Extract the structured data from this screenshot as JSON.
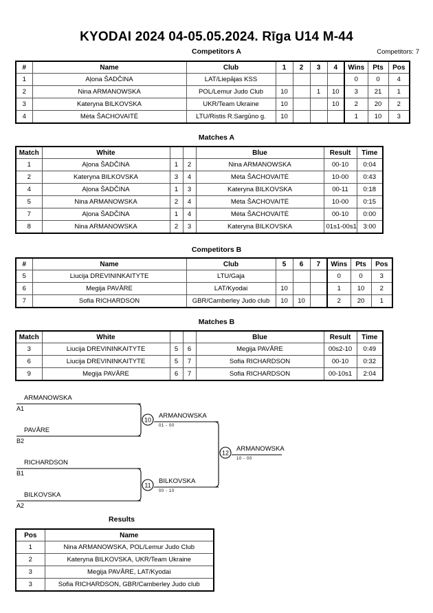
{
  "header": {
    "title": "KYODAI 2024  04-05.05.2024.  Rīga   U14 M-44"
  },
  "pool_a": {
    "heading": "Competitors A",
    "competitors_count_label": "Competitors: 7",
    "columns": [
      "#",
      "Name",
      "Club",
      "1",
      "2",
      "3",
      "4",
      "Wins",
      "Pts",
      "Pos"
    ],
    "rows": [
      {
        "num": "1",
        "name": "Aļona ŠADČINA",
        "club": "LAT/Liepājas KSS",
        "m1": "",
        "m2": "",
        "m3": "",
        "m4": "",
        "wins": "0",
        "pts": "0",
        "pos": "4"
      },
      {
        "num": "2",
        "name": "Nina ARMANOWSKA",
        "club": "POL/Lemur Judo Club",
        "m1": "10",
        "m2": "",
        "m3": "1",
        "m4": "10",
        "wins": "3",
        "pts": "21",
        "pos": "1"
      },
      {
        "num": "3",
        "name": "Kateryna BILKOVSKA",
        "club": "UKR/Team Ukraine",
        "m1": "10",
        "m2": "",
        "m3": "",
        "m4": "10",
        "wins": "2",
        "pts": "20",
        "pos": "2"
      },
      {
        "num": "4",
        "name": "Mėta ŠACHOVAITĖ",
        "club": "LTU/Ristis R.Sargūno g.",
        "m1": "10",
        "m2": "",
        "m3": "",
        "m4": "",
        "wins": "1",
        "pts": "10",
        "pos": "3"
      }
    ]
  },
  "matches_a": {
    "heading": "Matches A",
    "columns": [
      "Match",
      "White",
      "",
      "",
      "Blue",
      "Result",
      "Time"
    ],
    "rows": [
      {
        "match": "1",
        "white": "Aļona ŠADČINA",
        "w": "1",
        "b": "2",
        "blue": "Nina ARMANOWSKA",
        "result": "00-10",
        "time": "0:04"
      },
      {
        "match": "2",
        "white": "Kateryna BILKOVSKA",
        "w": "3",
        "b": "4",
        "blue": "Mėta ŠACHOVAITĖ",
        "result": "10-00",
        "time": "0:43"
      },
      {
        "match": "4",
        "white": "Aļona ŠADČINA",
        "w": "1",
        "b": "3",
        "blue": "Kateryna BILKOVSKA",
        "result": "00-11",
        "time": "0:18"
      },
      {
        "match": "5",
        "white": "Nina ARMANOWSKA",
        "w": "2",
        "b": "4",
        "blue": "Mėta ŠACHOVAITĖ",
        "result": "10-00",
        "time": "0:15"
      },
      {
        "match": "7",
        "white": "Aļona ŠADČINA",
        "w": "1",
        "b": "4",
        "blue": "Mėta ŠACHOVAITĖ",
        "result": "00-10",
        "time": "0:00"
      },
      {
        "match": "8",
        "white": "Nina ARMANOWSKA",
        "w": "2",
        "b": "3",
        "blue": "Kateryna BILKOVSKA",
        "result": "01s1-00s1",
        "time": "3:00"
      }
    ]
  },
  "pool_b": {
    "heading": "Competitors B",
    "columns": [
      "#",
      "Name",
      "Club",
      "5",
      "6",
      "7",
      "Wins",
      "Pts",
      "Pos"
    ],
    "rows": [
      {
        "num": "5",
        "name": "Liucija DREVININKAITYTE",
        "club": "LTU/Gaja",
        "m5": "",
        "m6": "",
        "m7": "",
        "wins": "0",
        "pts": "0",
        "pos": "3"
      },
      {
        "num": "6",
        "name": "Megija PAVĀRE",
        "club": "LAT/Kyodai",
        "m5": "10",
        "m6": "",
        "m7": "",
        "wins": "1",
        "pts": "10",
        "pos": "2"
      },
      {
        "num": "7",
        "name": "Sofia RICHARDSON",
        "club": "GBR/Camberley Judo club",
        "m5": "10",
        "m6": "10",
        "m7": "",
        "wins": "2",
        "pts": "20",
        "pos": "1"
      }
    ]
  },
  "matches_b": {
    "heading": "Matches B",
    "columns": [
      "Match",
      "White",
      "",
      "",
      "Blue",
      "Result",
      "Time"
    ],
    "rows": [
      {
        "match": "3",
        "white": "Liucija DREVININKAITYTE",
        "w": "5",
        "b": "6",
        "blue": "Megija PAVĀRE",
        "result": "00s2-10",
        "time": "0:49"
      },
      {
        "match": "6",
        "white": "Liucija DREVININKAITYTE",
        "w": "5",
        "b": "7",
        "blue": "Sofia RICHARDSON",
        "result": "00-10",
        "time": "0:32"
      },
      {
        "match": "9",
        "white": "Megija PAVĀRE",
        "w": "6",
        "b": "7",
        "blue": "Sofia RICHARDSON",
        "result": "00-10s1",
        "time": "2:04"
      }
    ]
  },
  "bracket": {
    "slots": [
      {
        "name": "ARMANOWSKA",
        "seed": "A1"
      },
      {
        "name": "PAVĀRE",
        "seed": "B2"
      },
      {
        "name": "RICHARDSON",
        "seed": "B1"
      },
      {
        "name": "BILKOVSKA",
        "seed": "A2"
      }
    ],
    "semifinals": [
      {
        "number": "10",
        "winner": "ARMANOWSKA",
        "score": "01 - 00"
      },
      {
        "number": "11",
        "winner": "BILKOVSKA",
        "score": "00 - 10"
      }
    ],
    "final": {
      "number": "12",
      "winner": "ARMANOWSKA",
      "score": "10 - 00"
    }
  },
  "results": {
    "heading": "Results",
    "columns": [
      "Pos",
      "Name"
    ],
    "rows": [
      {
        "pos": "1",
        "name": "Nina ARMANOWSKA, POL/Lemur Judo Club"
      },
      {
        "pos": "2",
        "name": "Kateryna BILKOVSKA, UKR/Team Ukraine"
      },
      {
        "pos": "3",
        "name": "Megija PAVĀRE, LAT/Kyodai"
      },
      {
        "pos": "3",
        "name": "Sofia RICHARDSON, GBR/Camberley Judo club"
      }
    ]
  }
}
